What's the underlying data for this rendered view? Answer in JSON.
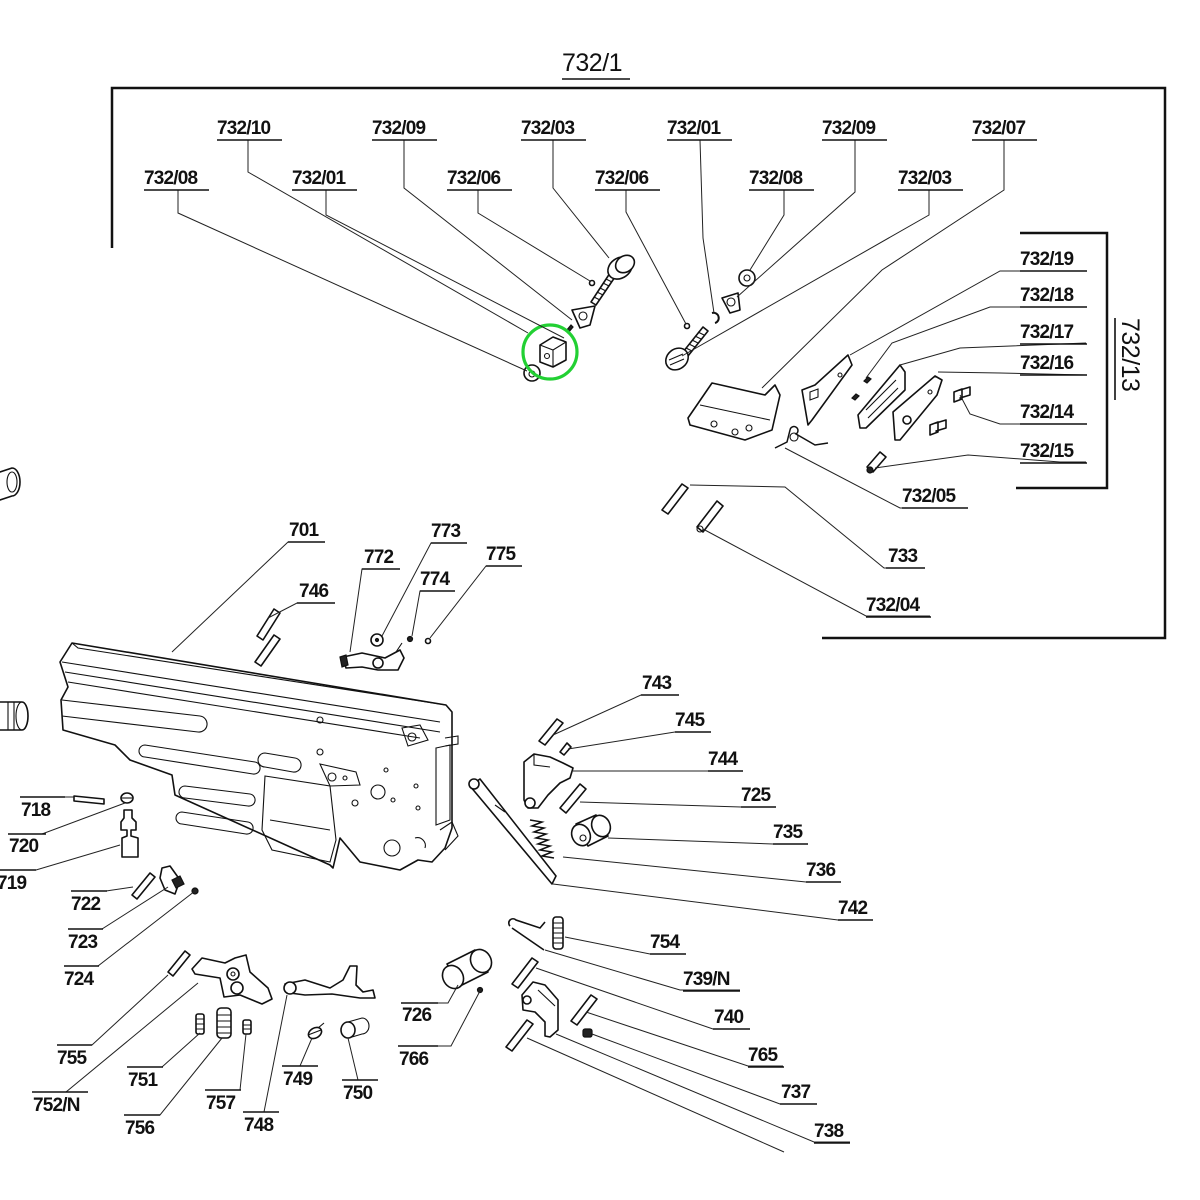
{
  "diagram": {
    "type": "exploded-parts-diagram",
    "assembly_title": "732/1",
    "sub_assembly_title": "732/13",
    "highlight_color": "#22d033",
    "highlighted_part": "732/10",
    "labels": {
      "l_732_10": "732/10",
      "l_732_09a": "732/09",
      "l_732_03a": "732/03",
      "l_732_01b": "732/01",
      "l_732_09b": "732/09",
      "l_732_07": "732/07",
      "l_732_08a": "732/08",
      "l_732_01a": "732/01",
      "l_732_06a": "732/06",
      "l_732_06b": "732/06",
      "l_732_08b": "732/08",
      "l_732_03b": "732/03",
      "l_732_19": "732/19",
      "l_732_18": "732/18",
      "l_732_17": "732/17",
      "l_732_16": "732/16",
      "l_732_14": "732/14",
      "l_732_15": "732/15",
      "l_732_05": "732/05",
      "l_733": "733",
      "l_732_04": "732/04",
      "l_701": "701",
      "l_772": "772",
      "l_773": "773",
      "l_774": "774",
      "l_775": "775",
      "l_746": "746",
      "l_743": "743",
      "l_745": "745",
      "l_744": "744",
      "l_725": "725",
      "l_735": "735",
      "l_736": "736",
      "l_742": "742",
      "l_718": "718",
      "l_720": "720",
      "l_719": "719",
      "l_722": "722",
      "l_723": "723",
      "l_724": "724",
      "l_754": "754",
      "l_739n": "739/N",
      "l_740": "740",
      "l_765": "765",
      "l_737": "737",
      "l_738": "738",
      "l_726": "726",
      "l_766": "766",
      "l_755": "755",
      "l_752n": "752/N",
      "l_751": "751",
      "l_756": "756",
      "l_757": "757",
      "l_748": "748",
      "l_749": "749",
      "l_750": "750"
    }
  }
}
